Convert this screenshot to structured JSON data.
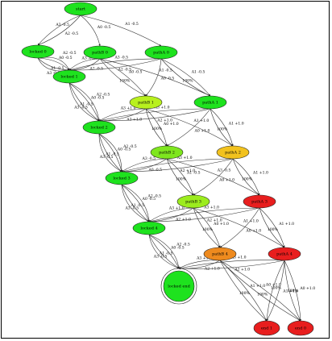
{
  "diagram": {
    "nodes": [
      {
        "id": "start",
        "label": "start",
        "color": "#1ee21e"
      },
      {
        "id": "locked0",
        "label": "locked 0",
        "color": "#1ee21e"
      },
      {
        "id": "pathB0",
        "label": "pathB 0",
        "color": "#1ee21e"
      },
      {
        "id": "pathA0",
        "label": "pathA 0",
        "color": "#1ee21e"
      },
      {
        "id": "locked1",
        "label": "locked 1",
        "color": "#1ee21e"
      },
      {
        "id": "pathB1",
        "label": "pathB 1",
        "color": "#b8f01e"
      },
      {
        "id": "pathA1",
        "label": "pathA 1",
        "color": "#1ee21e"
      },
      {
        "id": "locked2",
        "label": "locked 2",
        "color": "#1ee21e"
      },
      {
        "id": "pathB2",
        "label": "pathB 2",
        "color": "#7ee61e"
      },
      {
        "id": "pathA2",
        "label": "pathA 2",
        "color": "#f2c21e"
      },
      {
        "id": "locked3",
        "label": "locked 3",
        "color": "#1ee21e"
      },
      {
        "id": "pathB3",
        "label": "pathB 3",
        "color": "#9cec1e"
      },
      {
        "id": "pathA3",
        "label": "pathA 3",
        "color": "#e81e1e"
      },
      {
        "id": "locked4",
        "label": "locked 4",
        "color": "#1ee21e"
      },
      {
        "id": "pathB4",
        "label": "pathB 4",
        "color": "#ee8a1e"
      },
      {
        "id": "pathA4",
        "label": "pathA 4",
        "color": "#e81e1e"
      },
      {
        "id": "lockedEnd",
        "label": "locked end",
        "color": "#1ee21e"
      },
      {
        "id": "end1",
        "label": "end 1",
        "color": "#e81e1e"
      },
      {
        "id": "end0",
        "label": "end 0",
        "color": "#e81e1e"
      }
    ],
    "edges": [
      {
        "from": "start",
        "to": "locked0",
        "label": "A2 -0.5"
      },
      {
        "from": "start",
        "to": "locked0",
        "label": "A3 -0.5"
      },
      {
        "from": "start",
        "to": "pathB0",
        "label": "A0 -0.5"
      },
      {
        "from": "start",
        "to": "pathA0",
        "label": "A1 -0.5"
      },
      {
        "from": "pathB0",
        "to": "pathB0",
        "label": "100%"
      },
      {
        "from": "pathA0",
        "to": "pathA0",
        "label": "100%"
      },
      {
        "from": "locked0",
        "to": "locked1",
        "label": "A0 -0.5"
      },
      {
        "from": "locked0",
        "to": "locked1",
        "label": "A1 -0.5"
      },
      {
        "from": "locked0",
        "to": "locked1",
        "label": "A2 -0.5"
      },
      {
        "from": "locked0",
        "to": "locked1",
        "label": "A3 -0.5"
      },
      {
        "from": "pathB0",
        "to": "locked1",
        "label": "A2 -0.5"
      },
      {
        "from": "pathB0",
        "to": "locked1",
        "label": "A3 -0.5"
      },
      {
        "from": "pathB0",
        "to": "pathB1",
        "label": "A0 -0.5"
      },
      {
        "from": "pathB0",
        "to": "pathA1",
        "label": "A1 -0.5"
      },
      {
        "from": "pathA0",
        "to": "locked1",
        "label": "A2 -0.5"
      },
      {
        "from": "pathA0",
        "to": "locked1",
        "label": "A3 -0.5"
      },
      {
        "from": "pathA0",
        "to": "pathB1",
        "label": "A0 -0.5"
      },
      {
        "from": "pathA0",
        "to": "pathA1",
        "label": "A1 -0.5"
      },
      {
        "from": "pathB0",
        "to": "pathB1",
        "label": "100%"
      },
      {
        "from": "pathA0",
        "to": "pathA1",
        "label": "100%"
      },
      {
        "from": "locked1",
        "to": "locked2",
        "label": "A0 -0.5"
      },
      {
        "from": "locked1",
        "to": "locked2",
        "label": "A1 -0.5"
      },
      {
        "from": "locked1",
        "to": "locked2",
        "label": "A2 -0.5"
      },
      {
        "from": "locked1",
        "to": "locked2",
        "label": "A3 -0.5"
      },
      {
        "from": "pathB1",
        "to": "locked2",
        "label": "A2 +1.0"
      },
      {
        "from": "pathB1",
        "to": "locked2",
        "label": "A3 +1.0"
      },
      {
        "from": "pathB1",
        "to": "pathB2",
        "label": "A0 +1.0"
      },
      {
        "from": "pathB1",
        "to": "pathA2",
        "label": "A1 +1.0"
      },
      {
        "from": "pathA1",
        "to": "locked2",
        "label": "A2 +1.0"
      },
      {
        "from": "pathA1",
        "to": "locked2",
        "label": "A3 +1.0"
      },
      {
        "from": "pathA1",
        "to": "pathB2",
        "label": "A0 +1.0"
      },
      {
        "from": "pathA1",
        "to": "pathA2",
        "label": "A1 +1.0"
      },
      {
        "from": "pathB1",
        "to": "pathB2",
        "label": "100%"
      },
      {
        "from": "pathA1",
        "to": "pathA2",
        "label": "100%"
      },
      {
        "from": "locked2",
        "to": "locked3",
        "label": "A0 -0.5"
      },
      {
        "from": "locked2",
        "to": "locked3",
        "label": "A1 -0.5"
      },
      {
        "from": "locked2",
        "to": "locked3",
        "label": "A2 -0.5"
      },
      {
        "from": "locked2",
        "to": "locked3",
        "label": "A3 -0.5"
      },
      {
        "from": "pathB2",
        "to": "locked3",
        "label": "A0 -0.5"
      },
      {
        "from": "pathB2",
        "to": "locked3",
        "label": "A3 -0.5"
      },
      {
        "from": "pathB2",
        "to": "pathB3",
        "label": "A1 -0.5"
      },
      {
        "from": "pathB2",
        "to": "pathA3",
        "label": "A3 -0.5"
      },
      {
        "from": "pathA2",
        "to": "locked3",
        "label": "A2 +1.0"
      },
      {
        "from": "pathA2",
        "to": "locked3",
        "label": "A3 +1.0"
      },
      {
        "from": "pathA2",
        "to": "pathB3",
        "label": "A0 +1.0"
      },
      {
        "from": "pathA2",
        "to": "pathA3",
        "label": "A1 +1.0"
      },
      {
        "from": "pathB2",
        "to": "pathB3",
        "label": "100%"
      },
      {
        "from": "pathA2",
        "to": "pathA3",
        "label": "100%"
      },
      {
        "from": "locked3",
        "to": "locked4",
        "label": "A0 -0.5"
      },
      {
        "from": "locked3",
        "to": "locked4",
        "label": "A1 -0.5"
      },
      {
        "from": "locked3",
        "to": "locked4",
        "label": "A2 -0.5"
      },
      {
        "from": "locked3",
        "to": "locked4",
        "label": "A3 -0.5"
      },
      {
        "from": "pathB3",
        "to": "locked4",
        "label": "A2 +1.0"
      },
      {
        "from": "pathB3",
        "to": "locked4",
        "label": "A3 +1.0"
      },
      {
        "from": "pathB3",
        "to": "pathB4",
        "label": "A0 +1.0"
      },
      {
        "from": "pathB3",
        "to": "pathA4",
        "label": "A1 +1.0"
      },
      {
        "from": "pathA3",
        "to": "locked4",
        "label": "A2 +1.0"
      },
      {
        "from": "pathA3",
        "to": "locked4",
        "label": "A3 +1.0"
      },
      {
        "from": "pathA3",
        "to": "pathB4",
        "label": "A0 +1.0"
      },
      {
        "from": "pathA3",
        "to": "pathA4",
        "label": "A1 +1.0"
      },
      {
        "from": "pathB3",
        "to": "pathB4",
        "label": "100%"
      },
      {
        "from": "pathA3",
        "to": "pathA4",
        "label": "100%"
      },
      {
        "from": "locked4",
        "to": "lockedEnd",
        "label": "A0 -0.5"
      },
      {
        "from": "locked4",
        "to": "lockedEnd",
        "label": "A1 -0.5"
      },
      {
        "from": "locked4",
        "to": "lockedEnd",
        "label": "A2 -0.5"
      },
      {
        "from": "locked4",
        "to": "lockedEnd",
        "label": "A3 -0.5"
      },
      {
        "from": "pathB4",
        "to": "lockedEnd",
        "label": "A2 +1.0"
      },
      {
        "from": "pathB4",
        "to": "lockedEnd",
        "label": "A3 +1.0"
      },
      {
        "from": "pathB4",
        "to": "end0",
        "label": "A0 +1.0"
      },
      {
        "from": "pathB4",
        "to": "end1",
        "label": "A1 +1.0"
      },
      {
        "from": "pathA4",
        "to": "lockedEnd",
        "label": "A2 +1.0"
      },
      {
        "from": "pathA4",
        "to": "lockedEnd",
        "label": "A3 +1.0"
      },
      {
        "from": "pathA4",
        "to": "end0",
        "label": "A0 +1.0"
      },
      {
        "from": "pathA4",
        "to": "end1",
        "label": "A1 +1.0"
      },
      {
        "from": "pathB4",
        "to": "end0",
        "label": "100%"
      },
      {
        "from": "pathB4",
        "to": "end1",
        "label": "100%"
      },
      {
        "from": "pathA4",
        "to": "end0",
        "label": "100%"
      },
      {
        "from": "pathA4",
        "to": "end1",
        "label": "100%"
      }
    ]
  }
}
